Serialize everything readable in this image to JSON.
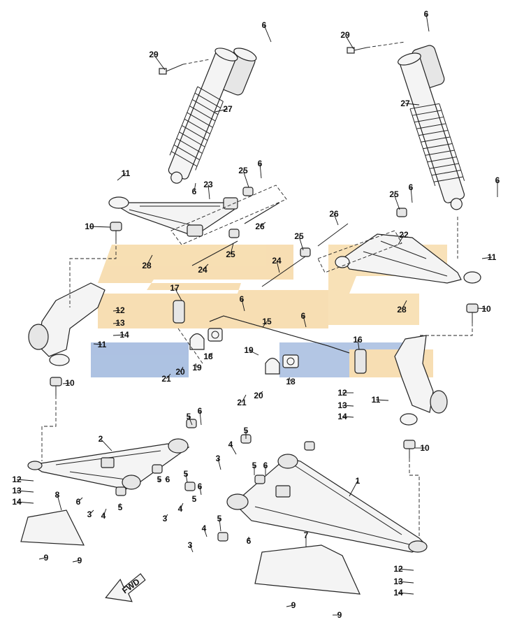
{
  "watermark": {
    "colors": [
      "#f6d9a6",
      "#9fb7dd"
    ]
  },
  "fwd_label": "FWD",
  "callouts": [
    {
      "label": "6"
    },
    {
      "label": "29"
    },
    {
      "label": "27"
    },
    {
      "label": "11"
    },
    {
      "label": "6"
    },
    {
      "label": "23"
    },
    {
      "label": "25"
    },
    {
      "label": "6"
    },
    {
      "label": "10"
    },
    {
      "label": "26"
    },
    {
      "label": "25"
    },
    {
      "label": "24"
    },
    {
      "label": "28"
    },
    {
      "label": "6"
    },
    {
      "label": "29"
    },
    {
      "label": "27"
    },
    {
      "label": "25"
    },
    {
      "label": "6"
    },
    {
      "label": "6"
    },
    {
      "label": "26"
    },
    {
      "label": "22"
    },
    {
      "label": "25"
    },
    {
      "label": "24"
    },
    {
      "label": "11"
    },
    {
      "label": "28"
    },
    {
      "label": "10"
    },
    {
      "label": "17"
    },
    {
      "label": "12"
    },
    {
      "label": "13"
    },
    {
      "label": "14"
    },
    {
      "label": "11"
    },
    {
      "label": "6"
    },
    {
      "label": "15"
    },
    {
      "label": "6"
    },
    {
      "label": "16"
    },
    {
      "label": "18"
    },
    {
      "label": "19"
    },
    {
      "label": "19"
    },
    {
      "label": "21"
    },
    {
      "label": "20"
    },
    {
      "label": "18"
    },
    {
      "label": "21"
    },
    {
      "label": "20"
    },
    {
      "label": "10"
    },
    {
      "label": "12"
    },
    {
      "label": "13"
    },
    {
      "label": "11"
    },
    {
      "label": "14"
    },
    {
      "label": "10"
    },
    {
      "label": "2"
    },
    {
      "label": "5"
    },
    {
      "label": "6"
    },
    {
      "label": "4"
    },
    {
      "label": "5"
    },
    {
      "label": "3"
    },
    {
      "label": "5"
    },
    {
      "label": "6"
    },
    {
      "label": "12"
    },
    {
      "label": "13"
    },
    {
      "label": "14"
    },
    {
      "label": "5"
    },
    {
      "label": "6"
    },
    {
      "label": "5"
    },
    {
      "label": "5"
    },
    {
      "label": "6"
    },
    {
      "label": "8"
    },
    {
      "label": "6"
    },
    {
      "label": "4"
    },
    {
      "label": "3"
    },
    {
      "label": "5"
    },
    {
      "label": "3"
    },
    {
      "label": "4"
    },
    {
      "label": "1"
    },
    {
      "label": "5"
    },
    {
      "label": "9"
    },
    {
      "label": "9"
    },
    {
      "label": "4"
    },
    {
      "label": "3"
    },
    {
      "label": "6"
    },
    {
      "label": "7"
    },
    {
      "label": "12"
    },
    {
      "label": "13"
    },
    {
      "label": "14"
    },
    {
      "label": "9"
    },
    {
      "label": "9"
    }
  ]
}
